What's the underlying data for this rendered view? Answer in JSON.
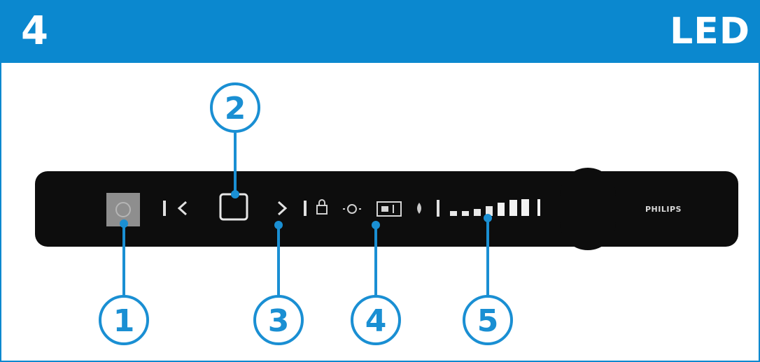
{
  "header": {
    "step_number": "4",
    "title": "LED"
  },
  "device": {
    "brand_text": "PHILIPS"
  },
  "callouts": [
    {
      "number": "1",
      "target": "power-button"
    },
    {
      "number": "2",
      "target": "eject-button"
    },
    {
      "number": "3",
      "target": "next-button"
    },
    {
      "number": "4",
      "target": "mode-indicator"
    },
    {
      "number": "5",
      "target": "level-meter"
    }
  ],
  "colors": {
    "accent": "#0b88cf",
    "callout": "#1a8fd3",
    "device_body": "#0d0d0d"
  }
}
